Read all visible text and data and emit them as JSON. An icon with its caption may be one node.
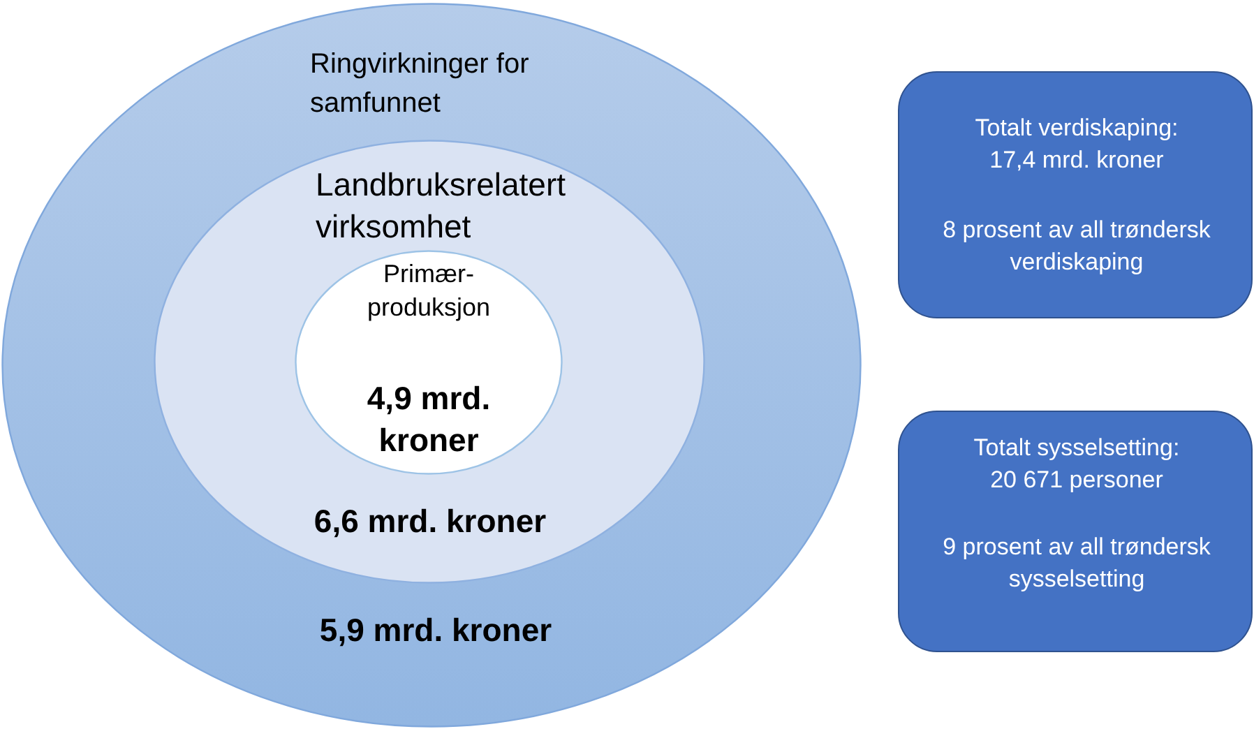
{
  "diagram": {
    "nodes": [
      {
        "text": [
          "Ringvirkninger for samfunnet",
          "5,9 mrd. kroner"
        ]
      },
      {
        "text": [
          "Landbruksrelatert virksomhet",
          "6,6 mrd. kroner"
        ],
        "in": 0
      },
      {
        "text": [
          "Primær- produksjon",
          "4,9 mrd. kroner"
        ],
        "in": 1
      },
      {
        "text": [
          "Totalt verdiskaping: 17,4 mrd. kroner",
          "8 prosent av all trøndersk verdiskaping"
        ]
      },
      {
        "text": [
          "Totalt sysselsetting: 20 671 personer",
          "9 prosent av all trøndersk sysselsetting"
        ]
      }
    ]
  }
}
